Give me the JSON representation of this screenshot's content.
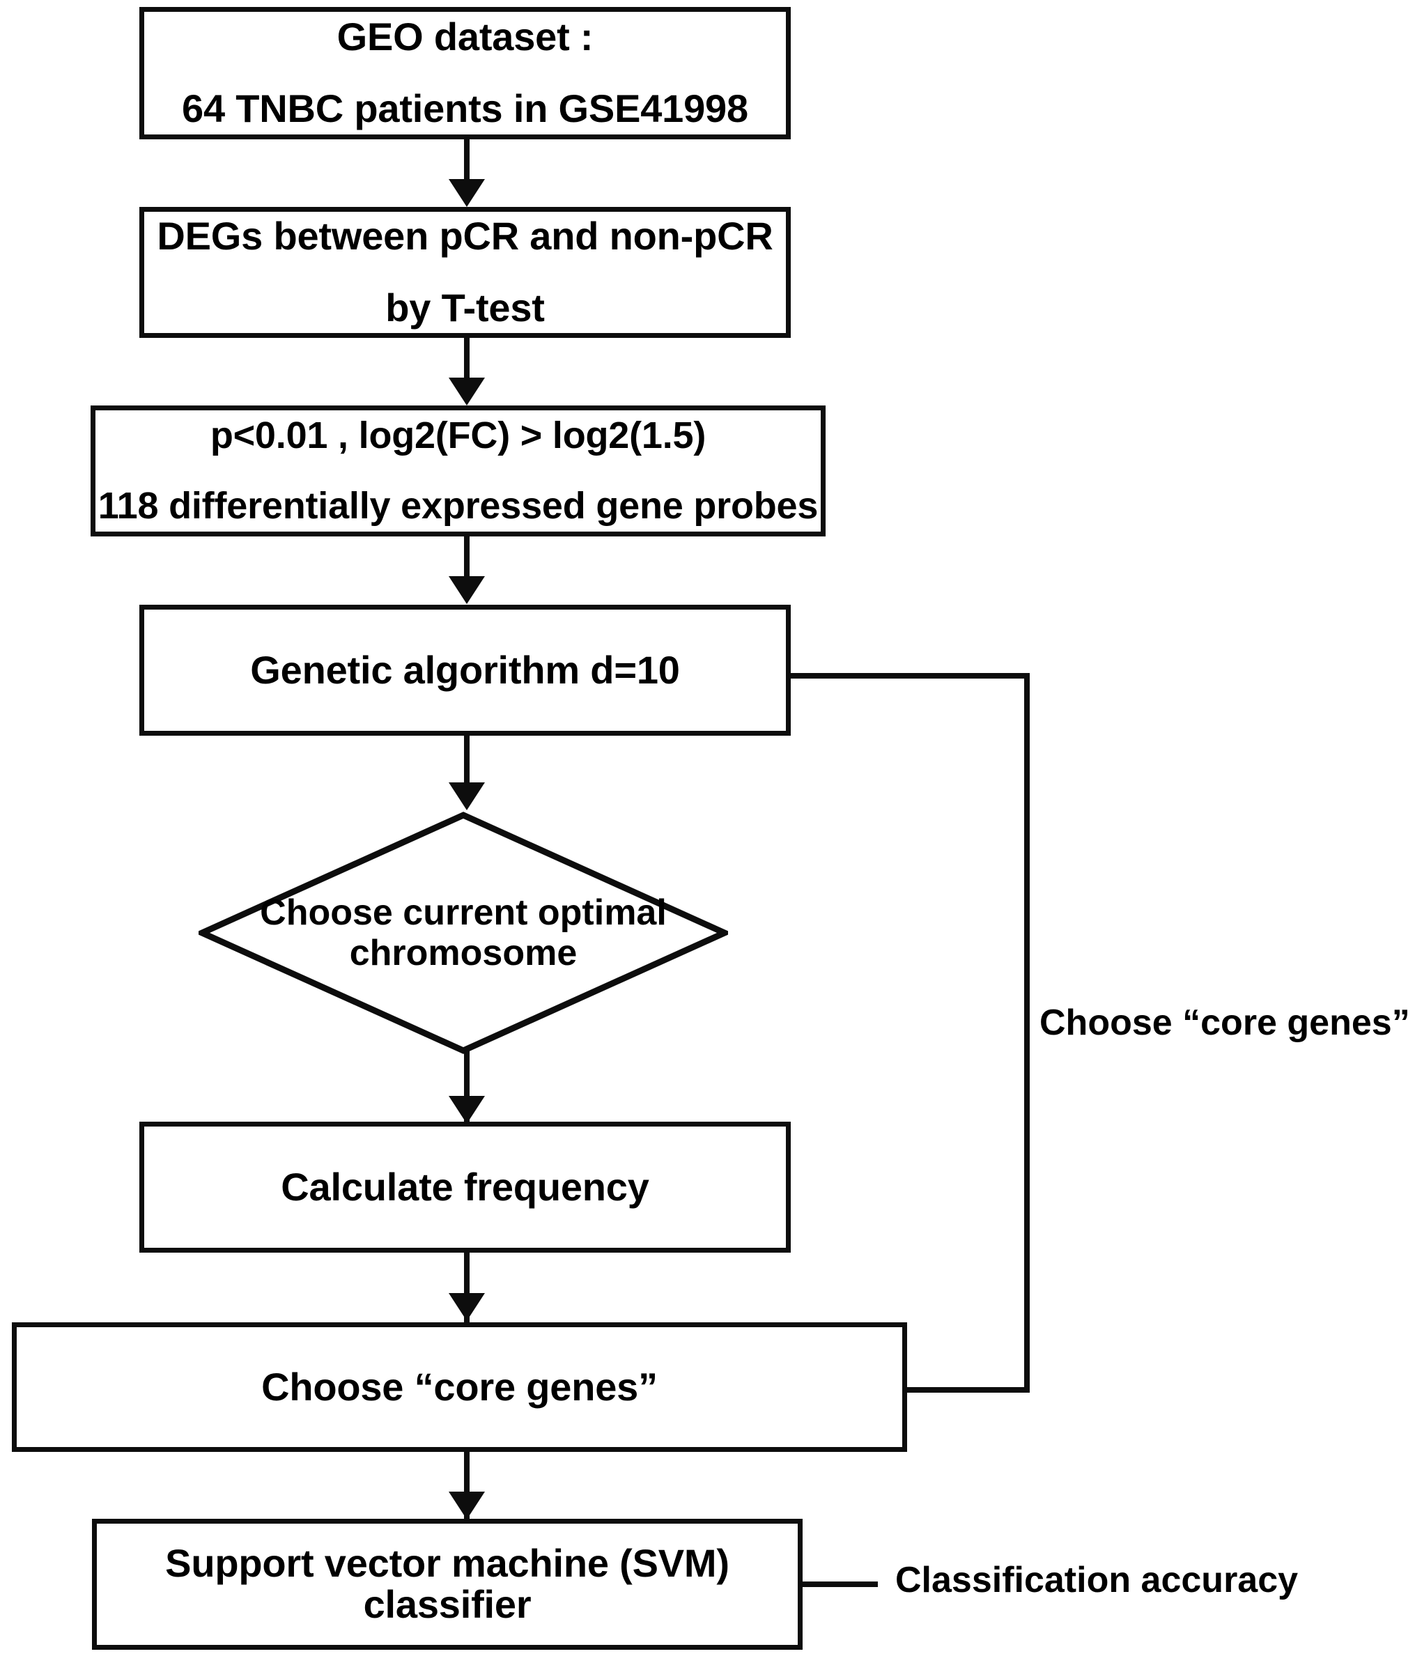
{
  "figure": {
    "type": "flowchart",
    "orientation": "top-to-bottom",
    "background_color": "#ffffff",
    "stroke_color": "#0d0d0d",
    "text_color": "#000000"
  },
  "nodes": {
    "geo_dataset": {
      "shape": "rectangle",
      "line1": "GEO dataset :",
      "line2": "64 TNBC patients in GSE41998"
    },
    "degs": {
      "shape": "rectangle",
      "line1": "DEGs between pCR and non-pCR",
      "line2": "by T-test"
    },
    "thresholds": {
      "shape": "rectangle",
      "line1": "p<0.01 , log2(FC) > log2(1.5)",
      "line2": "118 differentially expressed gene probes"
    },
    "genetic_algorithm": {
      "shape": "rectangle",
      "line1": "Genetic algorithm d=10"
    },
    "choose_chromosome": {
      "shape": "diamond",
      "line1": "Choose current  optimal",
      "line2": "chromosome"
    },
    "calculate_frequency": {
      "shape": "rectangle",
      "line1": "Calculate frequency"
    },
    "choose_core_genes": {
      "shape": "rectangle",
      "line1": "Choose “core genes”"
    },
    "svm_classifier": {
      "shape": "rectangle",
      "line1": "Support vector machine (SVM)  classifier"
    }
  },
  "edge_labels": {
    "feedback_loop": "Choose “core genes”",
    "svm_output": "Classification accuracy"
  }
}
